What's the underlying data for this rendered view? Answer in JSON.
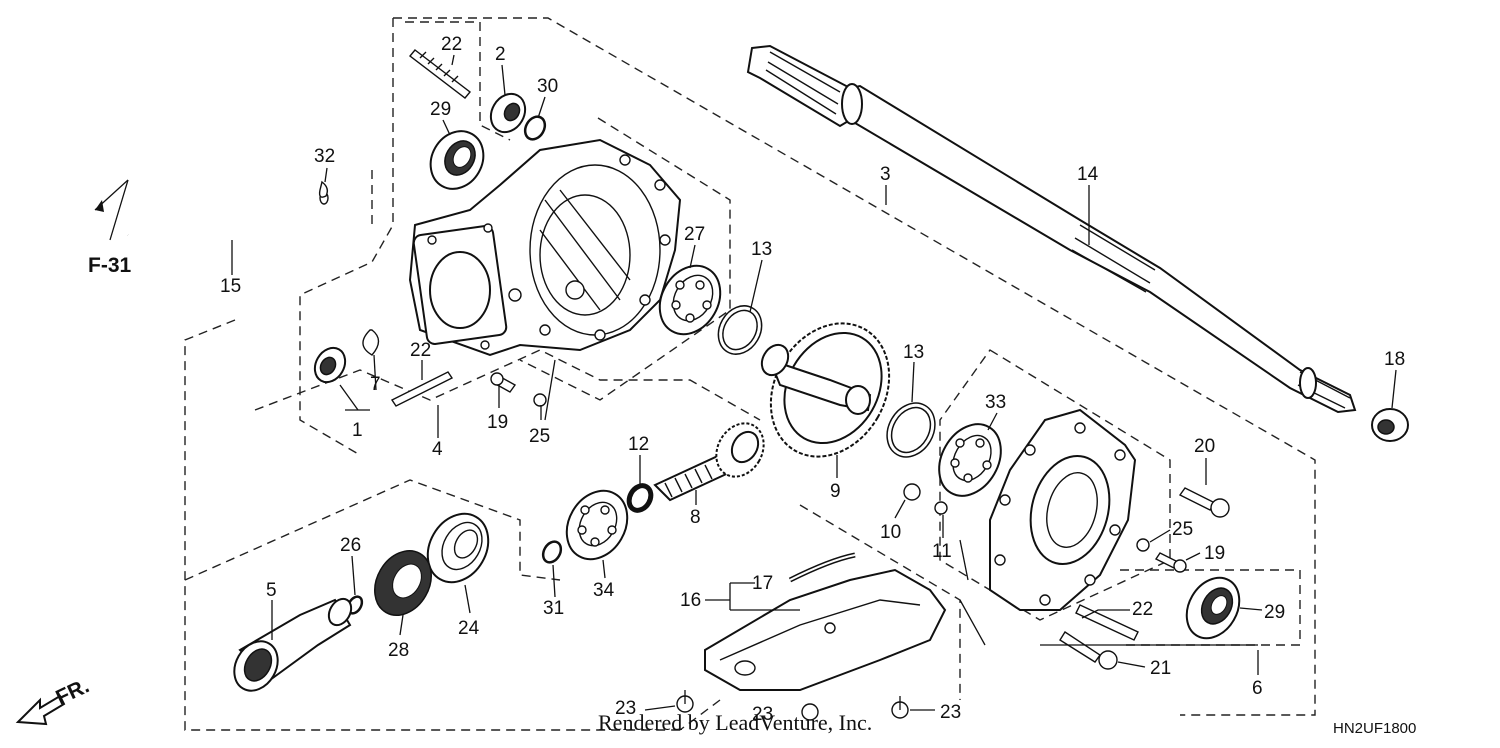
{
  "diagram": {
    "callouts": [
      {
        "id": "c22a",
        "label": "22"
      },
      {
        "id": "c2",
        "label": "2"
      },
      {
        "id": "c30",
        "label": "30"
      },
      {
        "id": "c29a",
        "label": "29"
      },
      {
        "id": "c32",
        "label": "32"
      },
      {
        "id": "c3",
        "label": "3"
      },
      {
        "id": "c14",
        "label": "14"
      },
      {
        "id": "c15",
        "label": "15"
      },
      {
        "id": "c27",
        "label": "27"
      },
      {
        "id": "c13a",
        "label": "13"
      },
      {
        "id": "c13b",
        "label": "13"
      },
      {
        "id": "c18",
        "label": "18"
      },
      {
        "id": "c22b",
        "label": "22"
      },
      {
        "id": "c7",
        "label": "7"
      },
      {
        "id": "c1",
        "label": "1"
      },
      {
        "id": "c4",
        "label": "4"
      },
      {
        "id": "c19a",
        "label": "19"
      },
      {
        "id": "c25a",
        "label": "25"
      },
      {
        "id": "c33",
        "label": "33"
      },
      {
        "id": "c12",
        "label": "12"
      },
      {
        "id": "c9",
        "label": "9"
      },
      {
        "id": "c20",
        "label": "20"
      },
      {
        "id": "c8",
        "label": "8"
      },
      {
        "id": "c10",
        "label": "10"
      },
      {
        "id": "c11",
        "label": "11"
      },
      {
        "id": "c25b",
        "label": "25"
      },
      {
        "id": "c26",
        "label": "26"
      },
      {
        "id": "c19b",
        "label": "19"
      },
      {
        "id": "c5",
        "label": "5"
      },
      {
        "id": "c31",
        "label": "31"
      },
      {
        "id": "c34",
        "label": "34"
      },
      {
        "id": "c17",
        "label": "17"
      },
      {
        "id": "c16",
        "label": "16"
      },
      {
        "id": "c22c",
        "label": "22"
      },
      {
        "id": "c29b",
        "label": "29"
      },
      {
        "id": "c28",
        "label": "28"
      },
      {
        "id": "c24",
        "label": "24"
      },
      {
        "id": "c21",
        "label": "21"
      },
      {
        "id": "c6",
        "label": "6"
      },
      {
        "id": "c23a",
        "label": "23"
      },
      {
        "id": "c23b",
        "label": "23"
      },
      {
        "id": "c23c",
        "label": "23"
      }
    ],
    "reference_label": "F-31",
    "front_label": "FR.",
    "watermark": "Rendered by LeadVenture, Inc.",
    "diagram_code": "HN2UF1800"
  }
}
